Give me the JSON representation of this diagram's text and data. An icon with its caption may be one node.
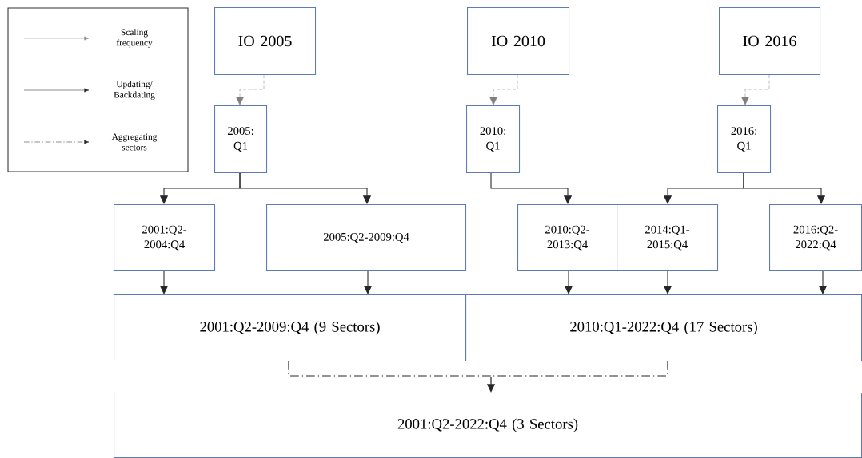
{
  "diagram": {
    "nodes": [
      {
        "text": [
          "IO 2005"
        ]
      },
      {
        "text": [
          "IO 2010"
        ]
      },
      {
        "text": [
          "IO 2016"
        ]
      },
      {
        "text": [
          "2005: Q1"
        ]
      },
      {
        "text": [
          "2010: Q1"
        ]
      },
      {
        "text": [
          "2016: Q1"
        ]
      },
      {
        "text": [
          "2001:Q2- 2004:Q4"
        ]
      },
      {
        "text": [
          "2005:Q2-2009:Q4"
        ]
      },
      {
        "text": [
          "2010:Q2- 2013:Q4"
        ]
      },
      {
        "text": [
          "2014:Q1- 2015:Q4"
        ]
      },
      {
        "text": [
          "2016:Q2- 2022:Q4"
        ]
      },
      {
        "text": [
          "2001:Q2-2009:Q4 (9 Sectors)"
        ]
      },
      {
        "text": [
          "2010:Q1-2022:Q4 (17 Sectors)"
        ]
      },
      {
        "text": [
          "2001:Q2-2022:Q4 (3 Sectors)"
        ]
      }
    ],
    "edges": [
      {
        "from": 0,
        "to": 3,
        "arrow": "to",
        "style": "dashed",
        "color": "#808080"
      },
      {
        "from": 1,
        "to": 4,
        "arrow": "to",
        "style": "dashed",
        "color": "#808080"
      },
      {
        "from": 2,
        "to": 5,
        "arrow": "to",
        "style": "dashed",
        "color": "#808080"
      },
      {
        "from": 3,
        "to": 6,
        "arrow": "to"
      },
      {
        "from": 3,
        "to": 7,
        "arrow": "to"
      },
      {
        "from": 4,
        "to": 8,
        "arrow": "to"
      },
      {
        "from": 5,
        "to": 9,
        "arrow": "to"
      },
      {
        "from": 5,
        "to": 10,
        "arrow": "to"
      },
      {
        "from": 6,
        "to": 11,
        "arrow": "to"
      },
      {
        "from": 7,
        "to": 11,
        "arrow": "to"
      },
      {
        "from": 8,
        "to": 12,
        "arrow": "to"
      },
      {
        "from": 9,
        "to": 12,
        "arrow": "to"
      },
      {
        "from": 10,
        "to": 12,
        "arrow": "to"
      },
      {
        "from": 11,
        "to": 13,
        "arrow": "to",
        "style": "dashed"
      },
      {
        "from": 12,
        "to": 13,
        "arrow": "to",
        "style": "dashed"
      }
    ],
    "legend": [
      {
        "text": "Scaling frequency"
      },
      {
        "text": "Updating/ Backdating"
      },
      {
        "text": "Aggregating sectors"
      }
    ]
  }
}
